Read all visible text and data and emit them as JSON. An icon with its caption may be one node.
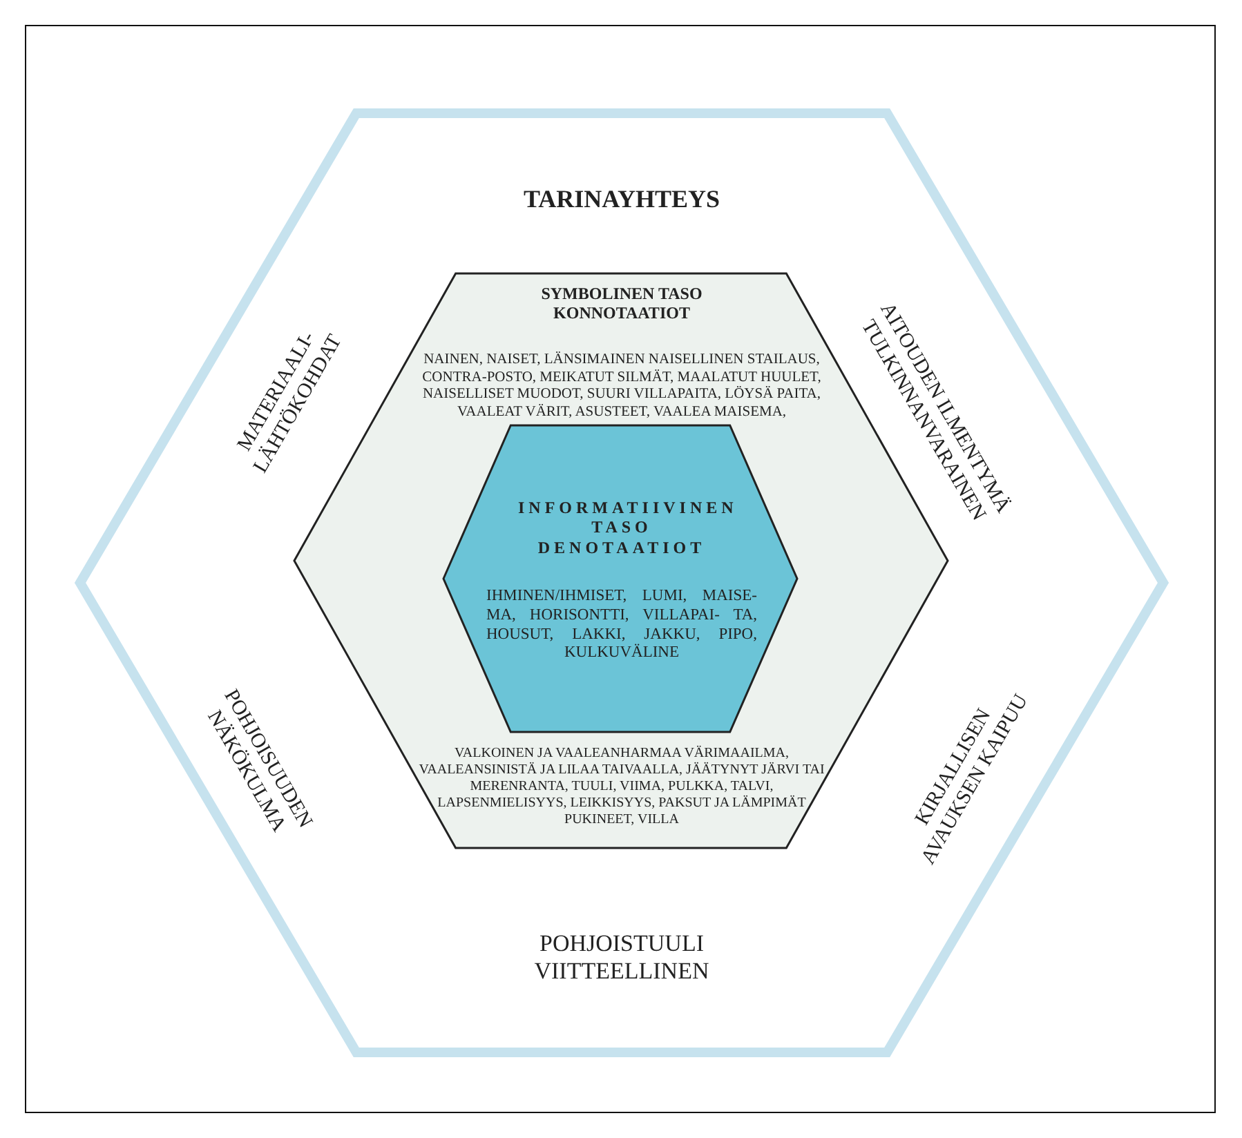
{
  "diagram": {
    "nodes": [
      {
        "text": [
          "TARINAYHTEYS",
          "MATERIAALI- LÄHTÖKOHDAT",
          "AITOUDEN ILMENTYMÄ TULKINNANVARAINEN",
          "POHJOISUUDEN NÄKÖKULMA",
          "KIRJALLISEN AVAUKSEN KAIPUU",
          "POHJOISTUULI VIITTEELLINEN"
        ]
      },
      {
        "text": [
          "SYMBOLINEN TASO KONNOTAATIOT",
          "NAINEN, NAISET, LÄNSIMAINEN NAISELLINEN STAILAUS, CONTRA-POSTO, MEIKATUT SILMÄT, MAALATUT HUULET, NAISELLISET MUODOT, SUURI VILLAPAITA, LÖYSÄ PAITA, VAALEAT VÄRIT, ASUSTEET, VAALEA MAISEMA,",
          "VALKOINEN JA VAALEANHARMAA VÄRIMAAILMA, VAALEANSINISTÄ JA LILAA TAIVAALLA, JÄÄTYNYT JÄRVI TAI MERENRANTA, TUULI, VIIMA, PULKKA, TALVI, LAPSENMIELISYYS, LEIKKISYYS, PAKSUT JA LÄMPIMÄT PUKINEET, VILLA"
        ],
        "in": 0
      },
      {
        "text": [
          "INFORMATIIVINEN TASO DENOTAATIOT",
          "IHMINEN/IHMISET, LUMI, MAISE- MA, HORISONTTI, VILLAPAI- TA, HOUSUT, LAKKI, JAKKU, PIPO, KULKUVÄLINE"
        ],
        "in": 1
      }
    ]
  }
}
